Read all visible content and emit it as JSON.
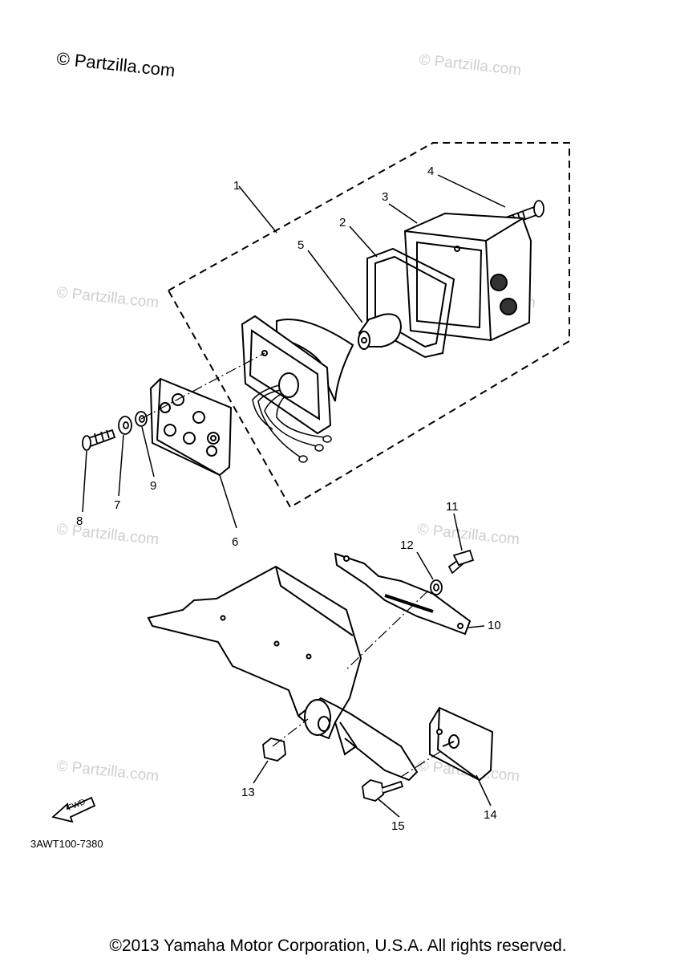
{
  "watermark": {
    "main": "© Partzilla.com",
    "repeat": "© Partzilla.com"
  },
  "diagram": {
    "code": "3AWT100-7380",
    "fwd_label": "FWD",
    "parts": [
      "1",
      "2",
      "3",
      "4",
      "5",
      "6",
      "7",
      "8",
      "9",
      "10",
      "11",
      "12",
      "13",
      "14",
      "15"
    ]
  },
  "footer": {
    "copyright": "©2013 Yamaha Motor Corporation, U.S.A. All rights reserved."
  }
}
